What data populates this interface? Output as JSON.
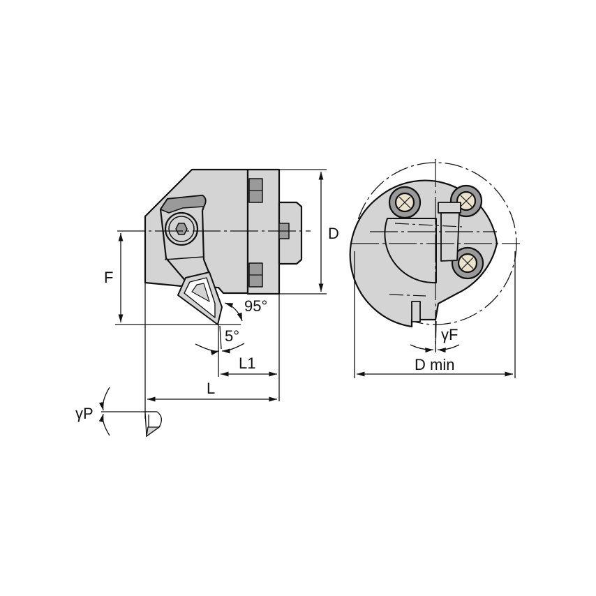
{
  "diagram": {
    "type": "technical-drawing",
    "subject": "Turning tool head with insert (side view and end view)",
    "colors": {
      "body_fill": "#d4d4d4",
      "dark_fill": "#9a9a9a",
      "screw_fill": "#ece3cf",
      "line": "#111111"
    },
    "side_view": {
      "labels": {
        "D": "D",
        "F": "F",
        "angle_95": "95°",
        "angle_5": "5°",
        "L1": "L1",
        "L": "L",
        "gamma_P": "γP"
      }
    },
    "end_view": {
      "labels": {
        "gamma_F": "γF",
        "D_min": "D min"
      }
    }
  }
}
